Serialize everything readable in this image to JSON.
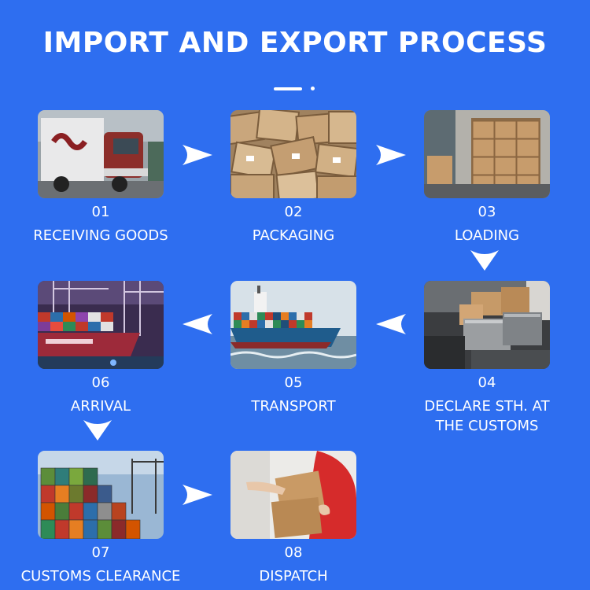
{
  "title": "IMPORT AND EXPORT PROCESS",
  "steps": [
    {
      "number": "01",
      "label": "RECEIVING GOODS",
      "icon": "truck-photo"
    },
    {
      "number": "02",
      "label": "PACKAGING",
      "icon": "boxes-photo"
    },
    {
      "number": "03",
      "label": "LOADING",
      "icon": "container-loading-photo"
    },
    {
      "number": "04",
      "label": "DECLARE STH. AT THE CUSTOMS",
      "icon": "luggage-photo"
    },
    {
      "number": "05",
      "label": "TRANSPORT",
      "icon": "cargo-ship-photo"
    },
    {
      "number": "06",
      "label": "ARRIVAL",
      "icon": "port-photo"
    },
    {
      "number": "07",
      "label": "CUSTOMS CLEARANCE",
      "icon": "container-stack-photo"
    },
    {
      "number": "08",
      "label": "DISPATCH",
      "icon": "delivery-photo"
    }
  ],
  "colors": {
    "background": "#2e6ef0",
    "text": "#ffffff"
  }
}
